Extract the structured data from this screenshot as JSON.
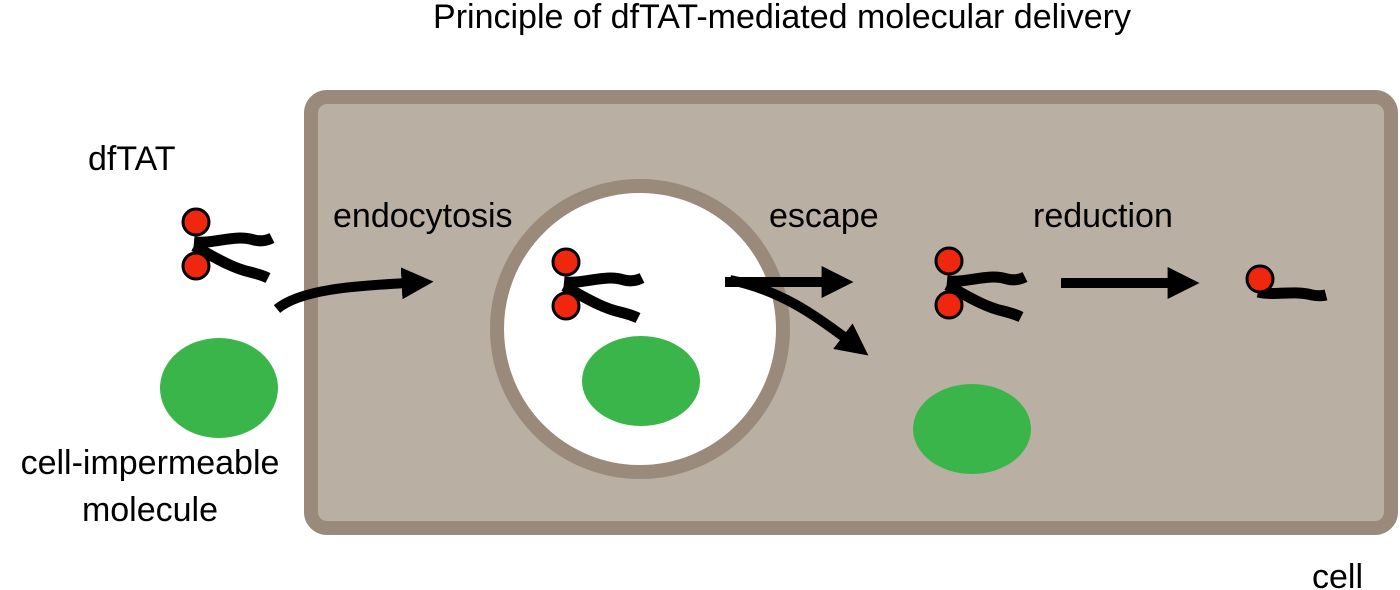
{
  "title": "Principle of dfTAT-mediated molecular delivery",
  "labels": {
    "dftat": "dfTAT",
    "molecule_line1": "cell-impermeable",
    "molecule_line2": "molecule",
    "endocytosis": "endocytosis",
    "escape": "escape",
    "reduction": "reduction",
    "cell": "cell"
  },
  "colors": {
    "cell_fill": "#b9afa3",
    "cell_border": "#9a8a7b",
    "endosome_fill": "#ffffff",
    "endosome_border": "#9a8a7b",
    "cargo": "#3ab54a",
    "peptide_head": "#f0270f",
    "peptide_body": "#000000",
    "arrow": "#000000"
  },
  "icons": {
    "dftat_molecule": "dftat-dimer-icon",
    "reduced_tat": "tat-monomer-icon",
    "cargo": "cargo-molecule-icon"
  }
}
